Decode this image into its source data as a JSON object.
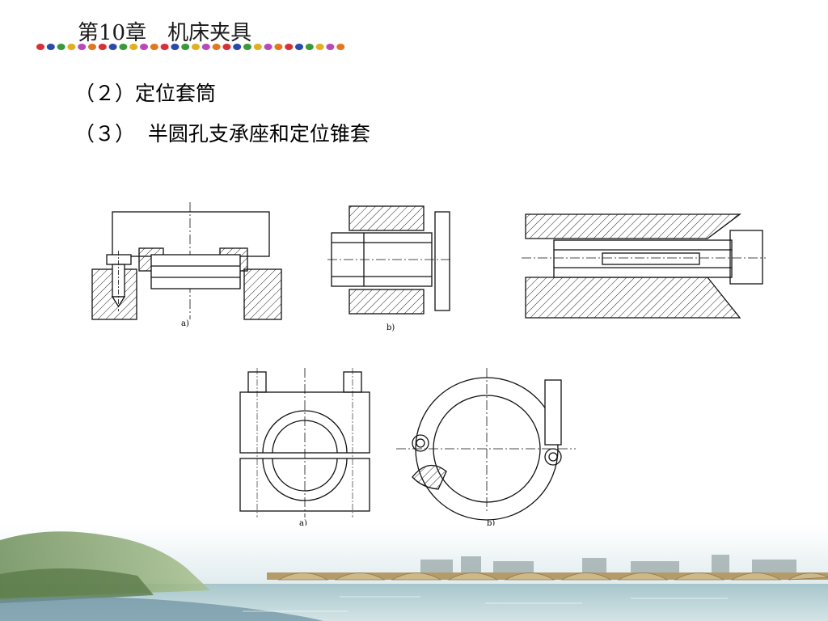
{
  "header": {
    "chapter_title": "第10章　机床夹具",
    "dot_colors": [
      "#d6303a",
      "#2a4aa8",
      "#3a9a3a",
      "#e0b020",
      "#b84ab8",
      "#e07820"
    ]
  },
  "content": {
    "line_2": "（２）定位套筒",
    "line_3": "（３）  半圆孔支承座和定位锥套"
  },
  "figures": {
    "fig_top_a_label": "a)",
    "fig_top_b_label": "b)",
    "fig_bottom_a_label": "a)",
    "fig_bottom_b_label": "b)"
  }
}
